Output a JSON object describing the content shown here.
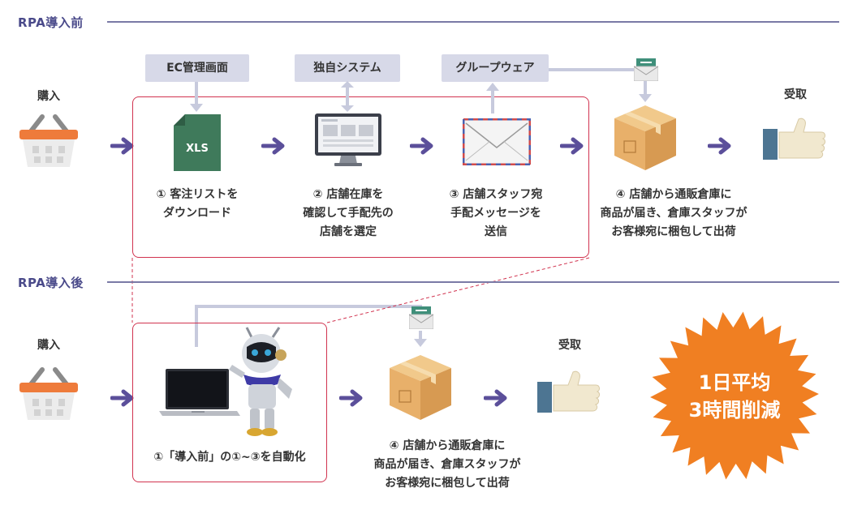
{
  "before": {
    "title": "RPA導入前",
    "purchase": "購入",
    "receive": "受取",
    "tags": {
      "ec": "EC管理画面",
      "own": "独自システム",
      "group": "グループウェア"
    },
    "xls_label": "XLS",
    "steps": {
      "s1": [
        "① 客注リストを",
        "ダウンロード"
      ],
      "s2": [
        "② 店舗在庫を",
        "確認して手配先の",
        "店舗を選定"
      ],
      "s3": [
        "③ 店舗スタッフ宛",
        "手配メッセージを",
        "送信"
      ],
      "s4": [
        "④ 店舗から通販倉庫に",
        "商品が届き、倉庫スタッフが",
        "お客様宛に梱包して出荷"
      ]
    }
  },
  "after": {
    "title": "RPA導入後",
    "purchase": "購入",
    "receive": "受取",
    "steps": {
      "s1": "①「導入前」の①~③を自動化",
      "s4": [
        "④ 店舗から通販倉庫に",
        "商品が届き、倉庫スタッフが",
        "お客様宛に梱包して出荷"
      ]
    },
    "badge": [
      "1日平均",
      "3時間削減"
    ]
  },
  "colors": {
    "arrow": "#5b4f9a",
    "red": "#d1334f",
    "tag": "#d7d9e8",
    "burst": "#f07f22",
    "connector": "#c7cadd"
  }
}
